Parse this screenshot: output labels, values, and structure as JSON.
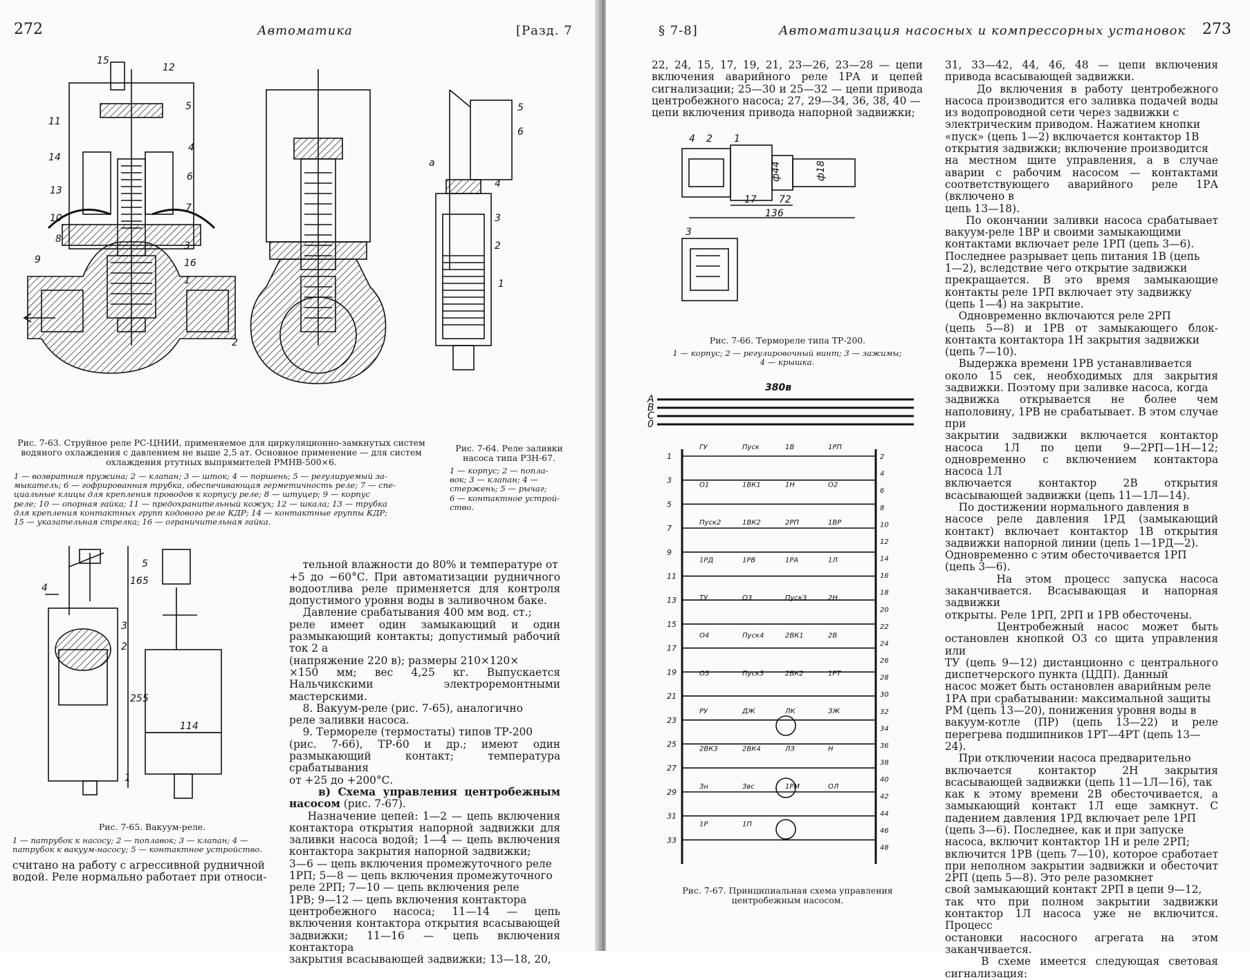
{
  "left": {
    "page_number": "272",
    "running_title": "Автоматика",
    "section": "[Разд. 7",
    "fig63": {
      "caption": "Рис. 7-63. Струйное реле РС-ЦНИИ, применяемое для циркуляционно-замкнутых систем\nводяного охлаждения с давлением не выше 2,5 ат. Основное применение — для систем\nохлаждения ртутных выпрямителей РМНВ-500×6.",
      "legend": "1 — возвратная пружина; 2 — клапан; 3 — шток; 4 — поршень; 5 — регулируемый за-\nмыкатель; 6 — гофрированная трубка, обеспечивающая герметичность реле; 7 — спе-\nциальные клицы для крепления проводов к корпусу реле; 8 — штуцер; 9 — корпус\nреле; 10 — опорная гайка; 11 — предохранительный кожух; 12 — шкала; 13 — трубка\nдля крепления контактных групп кодового реле КДР; 14 — контактные группы КДР;\n15 — указательная стрелка; 16 — ограничительная гайка.",
      "labels": [
        "15",
        "12",
        "11",
        "5",
        "4",
        "14",
        "6",
        "13",
        "10",
        "7",
        "8",
        "9",
        "3",
        "16",
        "1",
        "2"
      ]
    },
    "fig64": {
      "caption": "Рис. 7-64. Реле заливки\nнасоса типа РЗН-67.",
      "legend": "1 — корпус; 2 — попла-\nвок; 3 — клапан; 4 —\nстержень; 5 — рычаг;\n6 — контактное устрой-\nство.",
      "labels": [
        "5",
        "6",
        "а",
        "4",
        "3",
        "2",
        "1"
      ]
    },
    "fig65": {
      "caption": "Рис. 7-65. Вакуум-реле.",
      "legend": "1 — патрубок к насосу; 2 — поплавок; 3 — клапан; 4 —\nпатрубок к вакуум-насосу; 5 — контактное устройство.",
      "labels": [
        "5",
        "4",
        "165",
        "3",
        "2",
        "1",
        "255",
        "114"
      ]
    },
    "col2_text": "тельной влажности до 80% и температуре от\n+5 до −60°С. При автоматизации рудничного водоотлива реле применяется для контроля допустимого уровня воды в заливочном баке.\n    Давление срабатывания 400 мм вод. ст.;\nреле имеет один замыкающий и один размыкающий контакты; допустимый рабочий ток 2 а\n(напряжение 220 в); размеры 210×120×\n×150 мм; вес 4,25 кг. Выпускается Нальчикскими электроремонтными мастерскими.\n    8. Вакуум-реле (рис. 7-65), аналогично\nреле заливки насоса.\n    9. Термореле (термостаты) типов ТР-200\n(рис. 7-66), ТР-60 и др.; имеют один размыкающий контакт; температура срабатывания\nот +25 до +200°С.",
    "heading": "    в) Схема управления центробежным насосом",
    "heading_ref": " (рис. 7-67).",
    "col2_text2": "    Назначение цепей: 1—2 — цепь включения контактора открытия напорной задвижки для заливки насоса водой; 1—4 — цепь включения контактора закрытия напорной задвижки;\n3—6 — цепь включения промежуточного реле\n1РП; 5—8 — цепь включения промежуточного\nреле 2РП; 7—10 — цепь включения реле\n1РВ; 9—12 — цепь включения контактора\nцентробежного насоса; 11—14 — цепь включения контактора открытия всасывающей задвижки; 11—16 — цепь включения контактора\nзакрытия всасывающей задвижки; 13—18, 20,",
    "col1_text": "считано на работу с агрессивной рудничной\nводой. Реле нормально работает при относи-"
  },
  "right": {
    "page_number": "273",
    "running_title": "Автоматизация насосных и компрессорных установок",
    "section": "§ 7-8]",
    "col1_text": "22, 24, 15, 17, 19, 21, 23—26, 23—28 — цепи включения аварийного реле 1РА и цепей сигнализации; 25—30 и 25—32 — цепи привода центробежного насоса; 27, 29—34, 36, 38, 40 —\nцепи включения привода напорной задвижки;",
    "fig66": {
      "caption": "Рис. 7-66. Термореле типа ТР-200.",
      "legend": "1 — корпус; 2 — регулировочный винт; 3 — зажимы;\n4 — крышка.",
      "labels": [
        "4",
        "2",
        "1",
        "3",
        "ф44",
        "ф18",
        "17",
        "72",
        "136"
      ]
    },
    "fig67": {
      "caption": "Рис. 7-67. Принципиальная схема управления\nцентробежным насосом.",
      "voltage": "380в",
      "phases": [
        "А",
        "В",
        "С",
        "0"
      ],
      "left_numbers": [
        "1",
        "3",
        "5",
        "7",
        "9",
        "11",
        "13",
        "15",
        "17",
        "19",
        "21",
        "23",
        "25",
        "27",
        "29",
        "31",
        "33"
      ],
      "right_numbers": [
        "2",
        "4",
        "6",
        "8",
        "10",
        "12",
        "14",
        "16",
        "18",
        "20",
        "22",
        "24",
        "26",
        "28",
        "30",
        "32",
        "34",
        "36",
        "38",
        "40",
        "42",
        "44",
        "46",
        "48"
      ],
      "elements": [
        "ГУ",
        "Пуск",
        "1В",
        "1РП",
        "О1",
        "1ВК1",
        "1Н",
        "О2",
        "Пуск2",
        "1ВК2",
        "2РП",
        "1ВР",
        "1РД",
        "1РВ",
        "1РА",
        "1Л",
        "ТУ",
        "О3",
        "Пуск3",
        "2Н",
        "О4",
        "Пуск4",
        "2ВК1",
        "2В",
        "О5",
        "Пуск5",
        "2ВК2",
        "1РТ",
        "РУ",
        "ДЖ",
        "ЛК",
        "ЗЖ",
        "2ВК3",
        "2ВК4",
        "ЛЗ",
        "Н",
        "Зн",
        "Звс",
        "1РМ",
        "ОЛ",
        "1Р",
        "1П"
      ]
    },
    "col2_text": "31, 33—42, 44, 46, 48 — цепи включения привода всасывающей задвижки.\n    До включения в работу центробежного насоса производится его заливка подачей воды из водопроводной сети через задвижки с\nэлектрическим приводом. Нажатием кнопки\n«пуск» (цепь 1—2) включается контактор 1В\nоткрытия задвижки; включение производится\nна местном щите управления, а в случае аварии с рабочим насосом — контактами соответствующего аварийного реле 1РА (включено в\nцепь 13—18).\n    По окончании заливки насоса срабатывает вакуум-реле 1ВР и своими замыкающими\nконтактами включает реле 1РП (цепь 3—6).\nПоследнее разрывает цепь питания 1В (цепь\n1—2), вследствие чего открытие задвижки\nпрекращается. В это время замыкающие контакты реле 1РП включает эту задвижку\n(цепь 1—4) на закрытие.\n    Одновременно включаются реле 2РП\n(цепь 5—8) и 1РВ от замыкающего блок-контакта контактора 1Н закрытия задвижки\n(цепь 7—10).\n    Выдержка времени 1РВ устанавливается\nоколо 15 сек, необходимых для закрытия задвижки. Поэтому при заливке насоса, когда\nзадвижка открывается не более чем наполовину, 1РВ не срабатывает. В этом случае при\nзакрытии задвижки включается контактор насоса 1Л по цепи 9—2РП—1Н—12; одновременно с включением контактора насоса 1Л\nвключается контактор 2В открытия всасывающей задвижки (цепь 11—1Л—14).\n    По достижении нормального давления в\nнасосе реле давления 1РД (замыкающий контакт) включает контактор 1В открытия задвижки напорной линии (цепь 1—1РД—2).\nОдновременно с этим обесточивается 1РП\n(цепь 3—6).\n    На этом процесс запуска насоса заканчивается. Всасывающая и напорная задвижки\nоткрыты. Реле 1РП, 2РП и 1РВ обесточены.\n    Центробежный насос может быть остановлен кнопкой О3 со щита управления или\nТУ (цепь 9—12) дистанционно с центрального диспетчерского пункта (ЦДП). Данный\nнасос может быть остановлен аварийным реле\n1РА при срабатывании: максимальной защиты\nРМ (цепь 13—20), понижения уровня воды в\nвакуум-котле (ПР) (цепь 13—22) и реле перегрева подшипников 1РТ—4РТ (цепь 13—\n24).\n    При отключении насоса предварительно\nвключается контактор 2Н закрытия всасывающей задвижки (цепь 11—1Л—16), так\nкак к этому времени 2В обесточивается, а замыкающий контакт 1Л еще замкнут. С падением давления 1РД включает реле 1РП\n(цепь 3—6). Последнее, как и при запуске\nнасоса, включит контактор 1Н и реле 2РП;\nвключится 1РВ (цепь 7—10), которое сработает при неполном закрытии задвижки и обесточит 2РП (цепь 5—8). Это реле разомкнет\nсвой замыкающий контакт 2РП в цепи 9—12,\nтак что при полном закрытии задвижки контактор 1Л насоса уже не включится. Процесс\nостановки насосного агрегата на этом заканчивается.\n    В схеме имеется следующая световая сигнализация:"
  }
}
